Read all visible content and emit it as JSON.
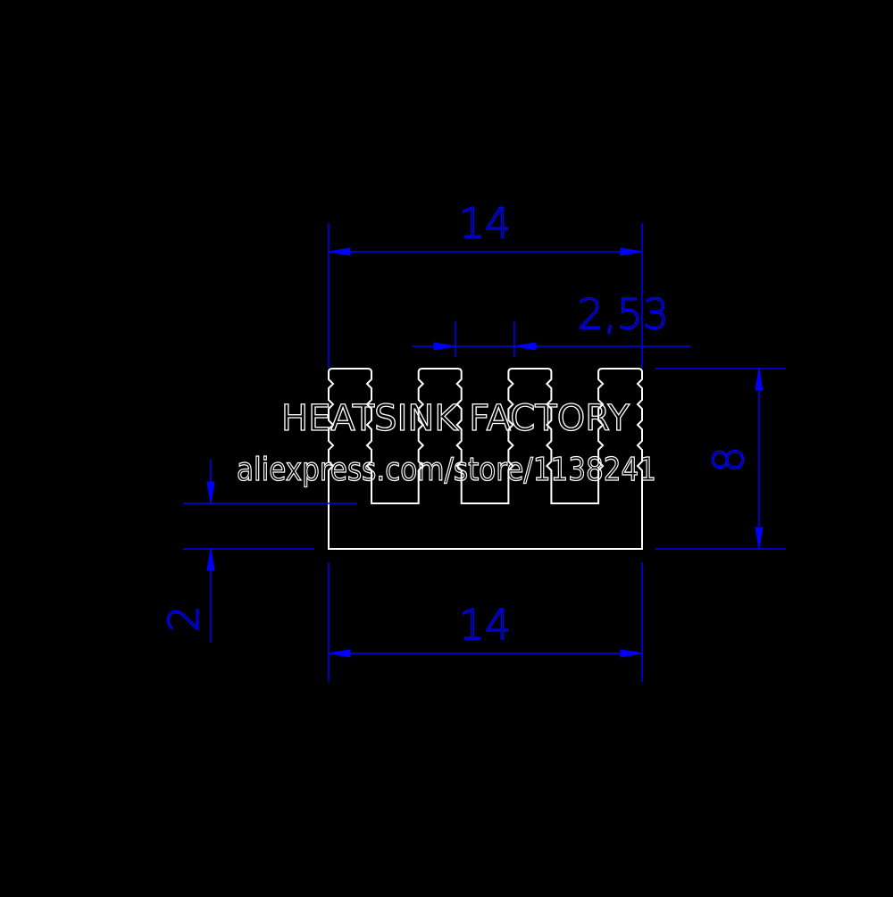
{
  "drawing": {
    "background": "#000000",
    "dimension_color": "#0000ff",
    "outline_color": "#ffffff",
    "profile": {
      "fin_count": 4,
      "overall_width": 14,
      "overall_height": 8,
      "base_thickness": 2,
      "fin_pitch": 2.53
    },
    "dimensions": {
      "top_width": "14",
      "fin_pitch": "2,53",
      "height": "8",
      "base": "2",
      "bottom_width": "14"
    },
    "watermark": {
      "line1": "HEATSINK FACTORY",
      "line2": "aliexpress.com/store/1138241"
    }
  }
}
